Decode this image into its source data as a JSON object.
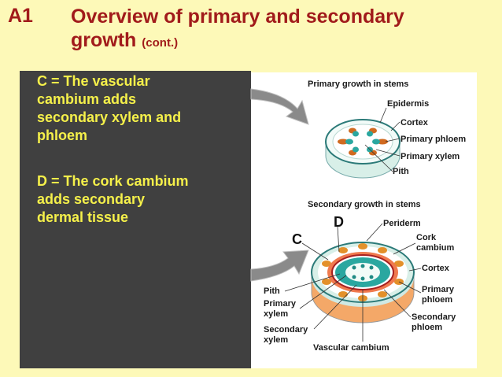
{
  "slide": {
    "code": "A1",
    "title_line1": "Overview of primary and secondary",
    "title_line2": "growth",
    "title_suffix": "(cont.)"
  },
  "panel": {
    "text_c": [
      "C = The vascular",
      "cambium adds",
      "secondary xylem and",
      "phloem"
    ],
    "text_d": [
      "D = The cork cambium",
      "adds secondary",
      "dermal tissue"
    ]
  },
  "figure": {
    "primary": {
      "heading": "Primary growth in stems",
      "labels": [
        "Epidermis",
        "Cortex",
        "Primary phloem",
        "Primary xylem",
        "Pith"
      ]
    },
    "secondary": {
      "heading": "Secondary growth in stems",
      "marker_d": "D",
      "marker_c": "C",
      "labels_right": [
        "Periderm",
        "Cork",
        "cambium",
        "Cortex",
        "Primary",
        "phloem",
        "Secondary",
        "phloem"
      ],
      "labels_left": [
        "Pith",
        "Primary",
        "xylem",
        "Secondary",
        "xylem"
      ],
      "label_bottom": "Vascular cambium"
    }
  },
  "colors": {
    "background": "#fdf9b8",
    "title": "#a11b1b",
    "panel": "#404040",
    "panel_text": "#f5f04a",
    "xylem": "#2aa7a0",
    "phloem": "#d06a20",
    "periderm": "#f07a4e",
    "cortex": "#e8f6f2"
  }
}
